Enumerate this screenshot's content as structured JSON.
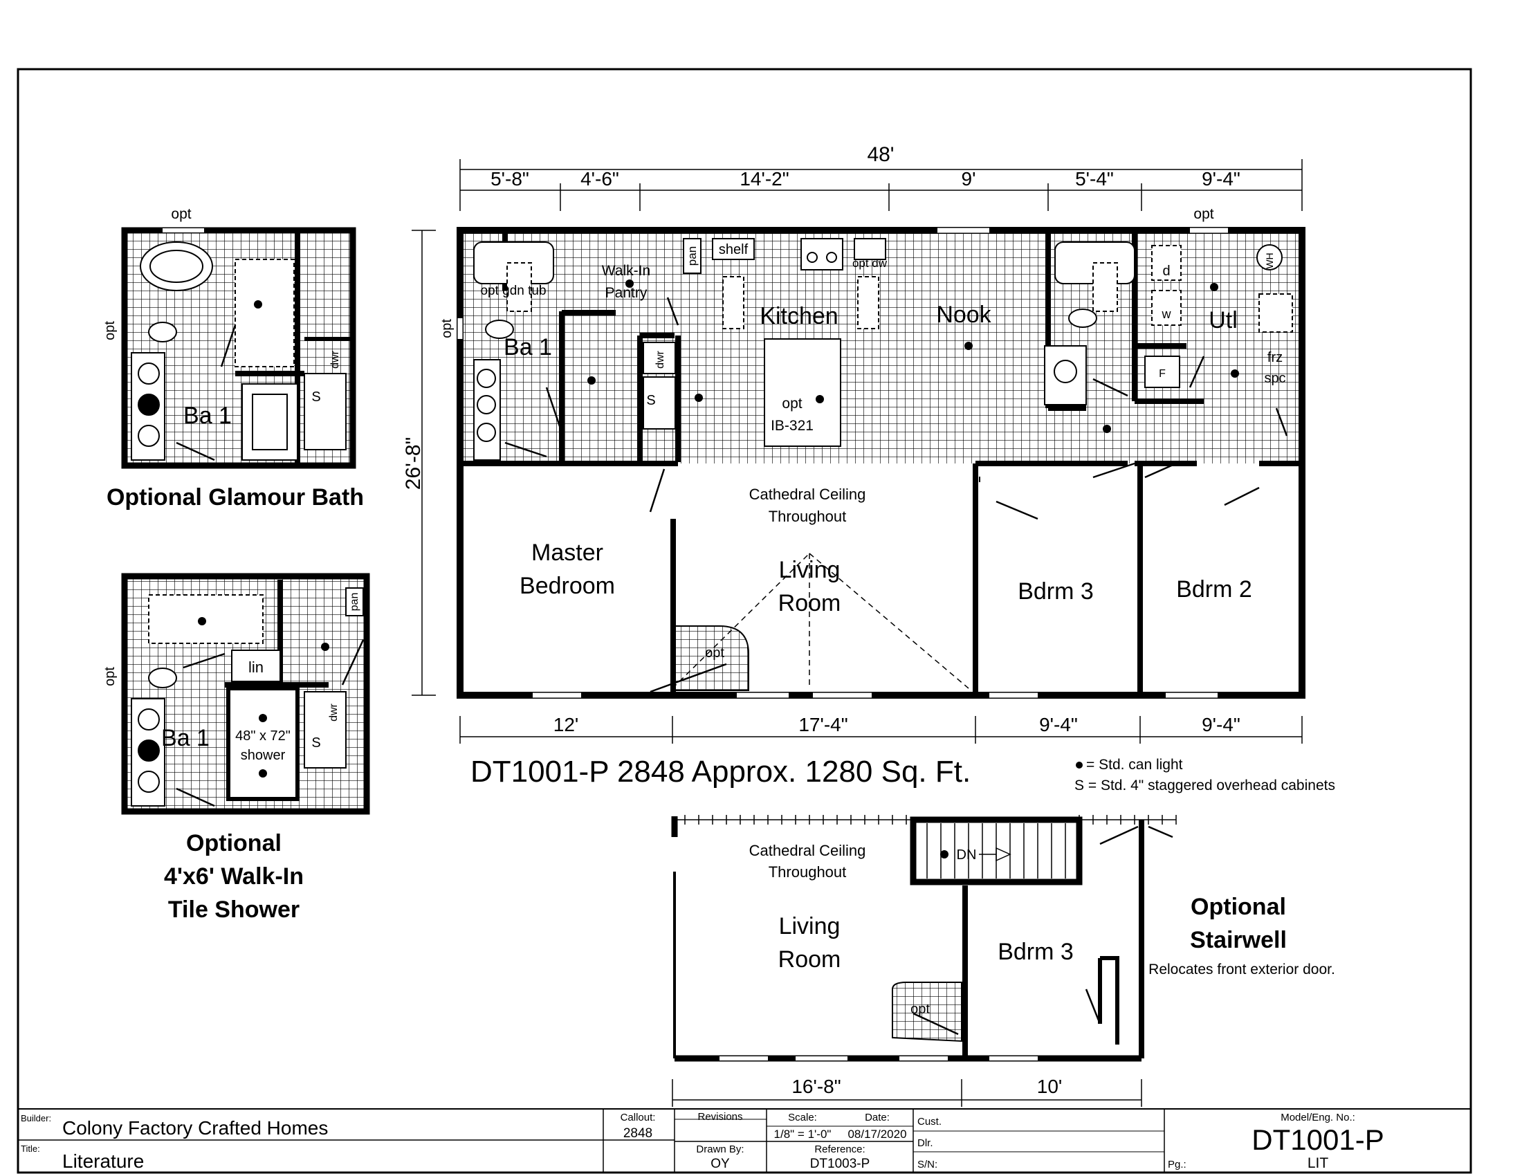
{
  "main_plan": {
    "overall_width": "48'",
    "top_dims": [
      "5'-8\"",
      "4'-6\"",
      "14'-2\"",
      "9'",
      "5'-4\"",
      "9'-4\""
    ],
    "side_dim": "26'-8\"",
    "bottom_dims": [
      "12'",
      "17'-4\"",
      "9'-4\"",
      "9'-4\""
    ],
    "rooms": {
      "kitchen": "Kitchen",
      "nook": "Nook",
      "ba1": "Ba 1",
      "utl": "Utl",
      "walkin_pantry_1": "Walk-In",
      "walkin_pantry_2": "Pantry",
      "master_1": "Master",
      "master_2": "Bedroom",
      "living_1": "Living",
      "living_2": "Room",
      "bdrm3": "Bdrm 3",
      "bdrm2": "Bdrm 2"
    },
    "notes": {
      "cathedral_1": "Cathedral Ceiling",
      "cathedral_2": "Throughout",
      "opt": "opt",
      "opt_gdn_tub": "opt gdn tub",
      "opt_dw": "opt dw",
      "opt_island_1": "opt",
      "opt_island_2": "IB-321",
      "shelf": "shelf",
      "pan": "pan",
      "dwr": "dwr",
      "s": "S",
      "d": "d",
      "w": "w",
      "f": "F",
      "wh": "WH",
      "frz": "frz",
      "spc": "spc"
    }
  },
  "title_line": "DT1001-P 2848  Approx. 1280 Sq. Ft.",
  "legend": {
    "light": "= Std. can light",
    "cabinets": "S = Std. 4\" staggered overhead cabinets"
  },
  "glamour_bath": {
    "caption": "Optional Glamour Bath",
    "opt": "opt",
    "ba1": "Ba 1",
    "dwr": "dwr",
    "s": "S"
  },
  "tile_shower": {
    "caption_1": "Optional",
    "caption_2": "4'x6' Walk-In",
    "caption_3": "Tile Shower",
    "opt": "opt",
    "ba1": "Ba 1",
    "lin": "lin",
    "pan": "pan",
    "dwr": "dwr",
    "s": "S",
    "shower_1": "48\" x 72\"",
    "shower_2": "shower"
  },
  "stairwell_plan": {
    "cathedral_1": "Cathedral Ceiling",
    "cathedral_2": "Throughout",
    "living_1": "Living",
    "living_2": "Room",
    "bdrm3": "Bdrm 3",
    "dn": "DN",
    "opt": "opt",
    "dims": [
      "16'-8\"",
      "10'"
    ],
    "title_1": "Optional",
    "title_2": "Stairwell",
    "note": "Relocates front exterior door."
  },
  "title_block": {
    "builder_label": "Builder:",
    "builder": "Colony Factory Crafted Homes",
    "title_label": "Title:",
    "title": "Literature",
    "callout_label": "Callout:",
    "callout": "2848",
    "revisions_label": "Revisions",
    "drawn_by_label": "Drawn By:",
    "drawn_by": "OY",
    "scale_label": "Scale:",
    "scale": "1/8\" = 1'-0\"",
    "date_label": "Date:",
    "date": "08/17/2020",
    "reference_label": "Reference:",
    "reference": "DT1003-P",
    "cust_label": "Cust.",
    "dlr_label": "Dlr.",
    "sn_label": "S/N:",
    "model_label": "Model/Eng. No.:",
    "model": "DT1001-P",
    "pg_label": "Pg.:",
    "pg": "LIT"
  }
}
